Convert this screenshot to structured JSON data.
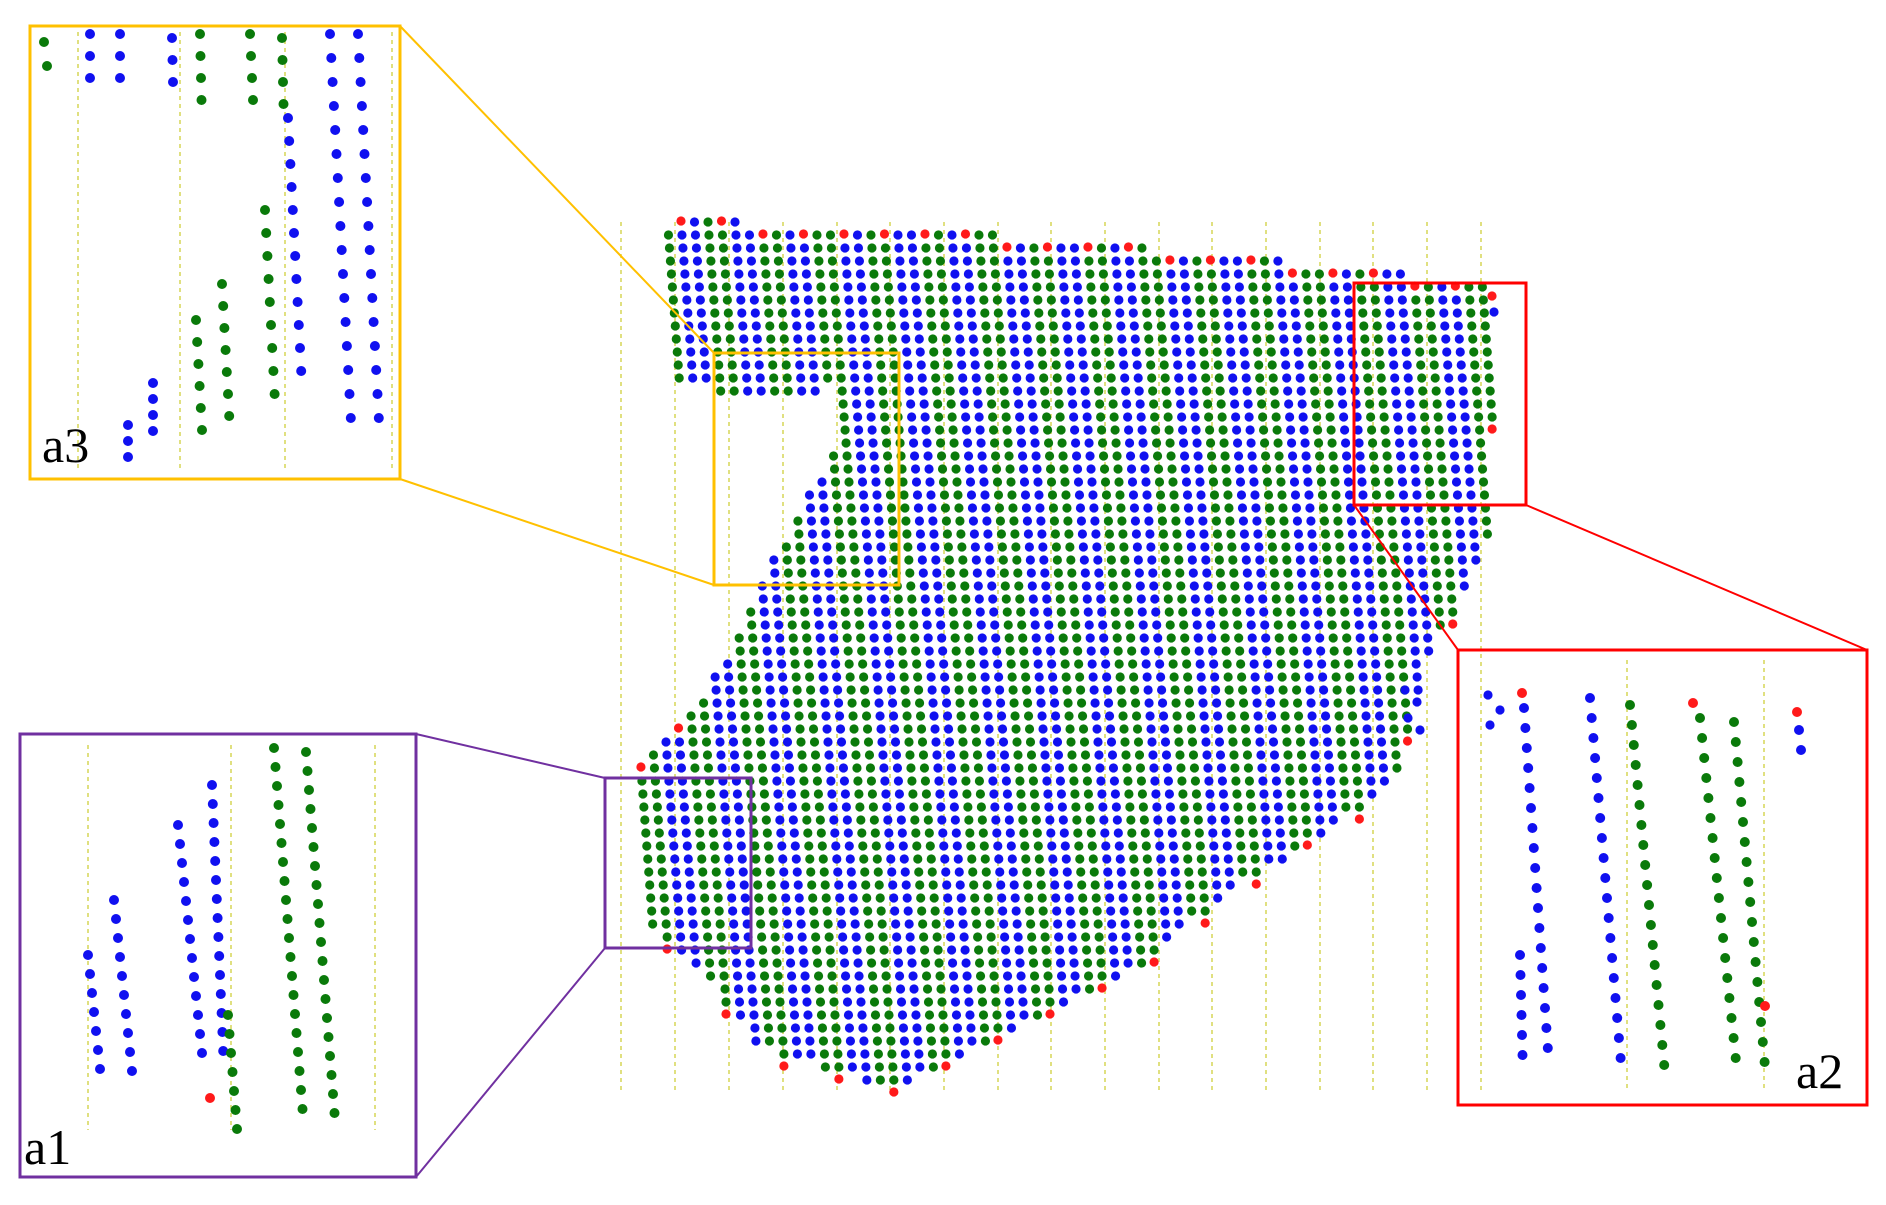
{
  "figure": {
    "insets": [
      {
        "id": "a1",
        "label": "a1",
        "color": "#7030A0"
      },
      {
        "id": "a2",
        "label": "a2",
        "color": "#FF0000"
      },
      {
        "id": "a3",
        "label": "a3",
        "color": "#FFC000"
      }
    ],
    "colors": {
      "row_green": "#0A7A0A",
      "row_blue": "#1010F0",
      "endpoint_red": "#FF1A1A",
      "guide_line": "#D8D860"
    },
    "icons": [
      "dot-marker",
      "dashed-guide-line",
      "zoom-callout-box"
    ]
  }
}
